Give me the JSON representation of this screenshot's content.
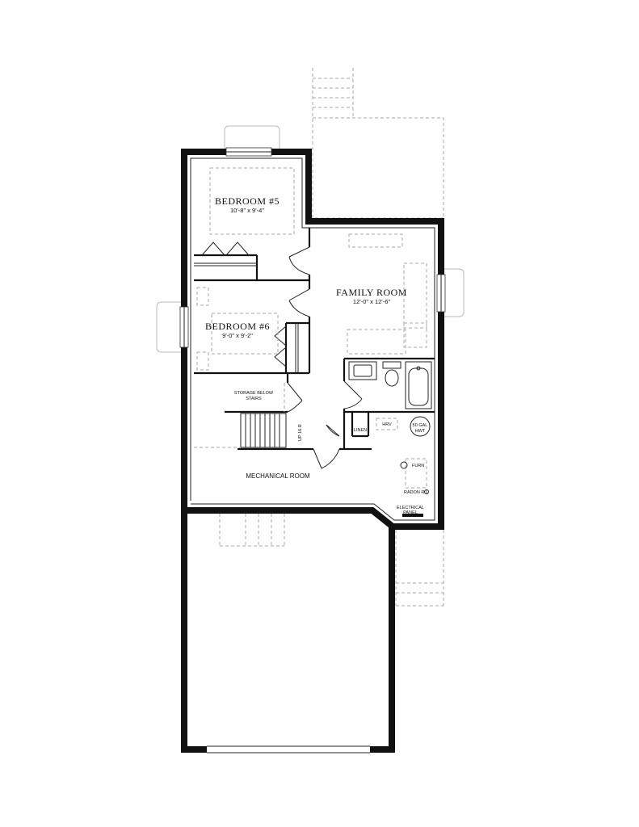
{
  "rooms": {
    "bedroom5": {
      "name": "BEDROOM #5",
      "dims": "10'-8\" x 9'-4\""
    },
    "bedroom6": {
      "name": "BEDROOM #6",
      "dims": "9'-0\" x 9'-2\""
    },
    "family_room": {
      "name": "FAMILY ROOM",
      "dims": "12'-0\" x 12'-6\""
    },
    "mechanical_room": {
      "name": "MECHANICAL ROOM"
    }
  },
  "labels": {
    "storage_line1": "STORAGE BELOW",
    "storage_line2": "STAIRS",
    "up": "UP 16 R",
    "linen": "LINEN",
    "hrv": "HRV",
    "tank_line1": "50 GAL",
    "tank_line2": "HWT",
    "furnace": "FURN",
    "radon": "RADON R.I.",
    "electrical_line1": "ELECTRICAL",
    "electrical_line2": "PANEL"
  }
}
